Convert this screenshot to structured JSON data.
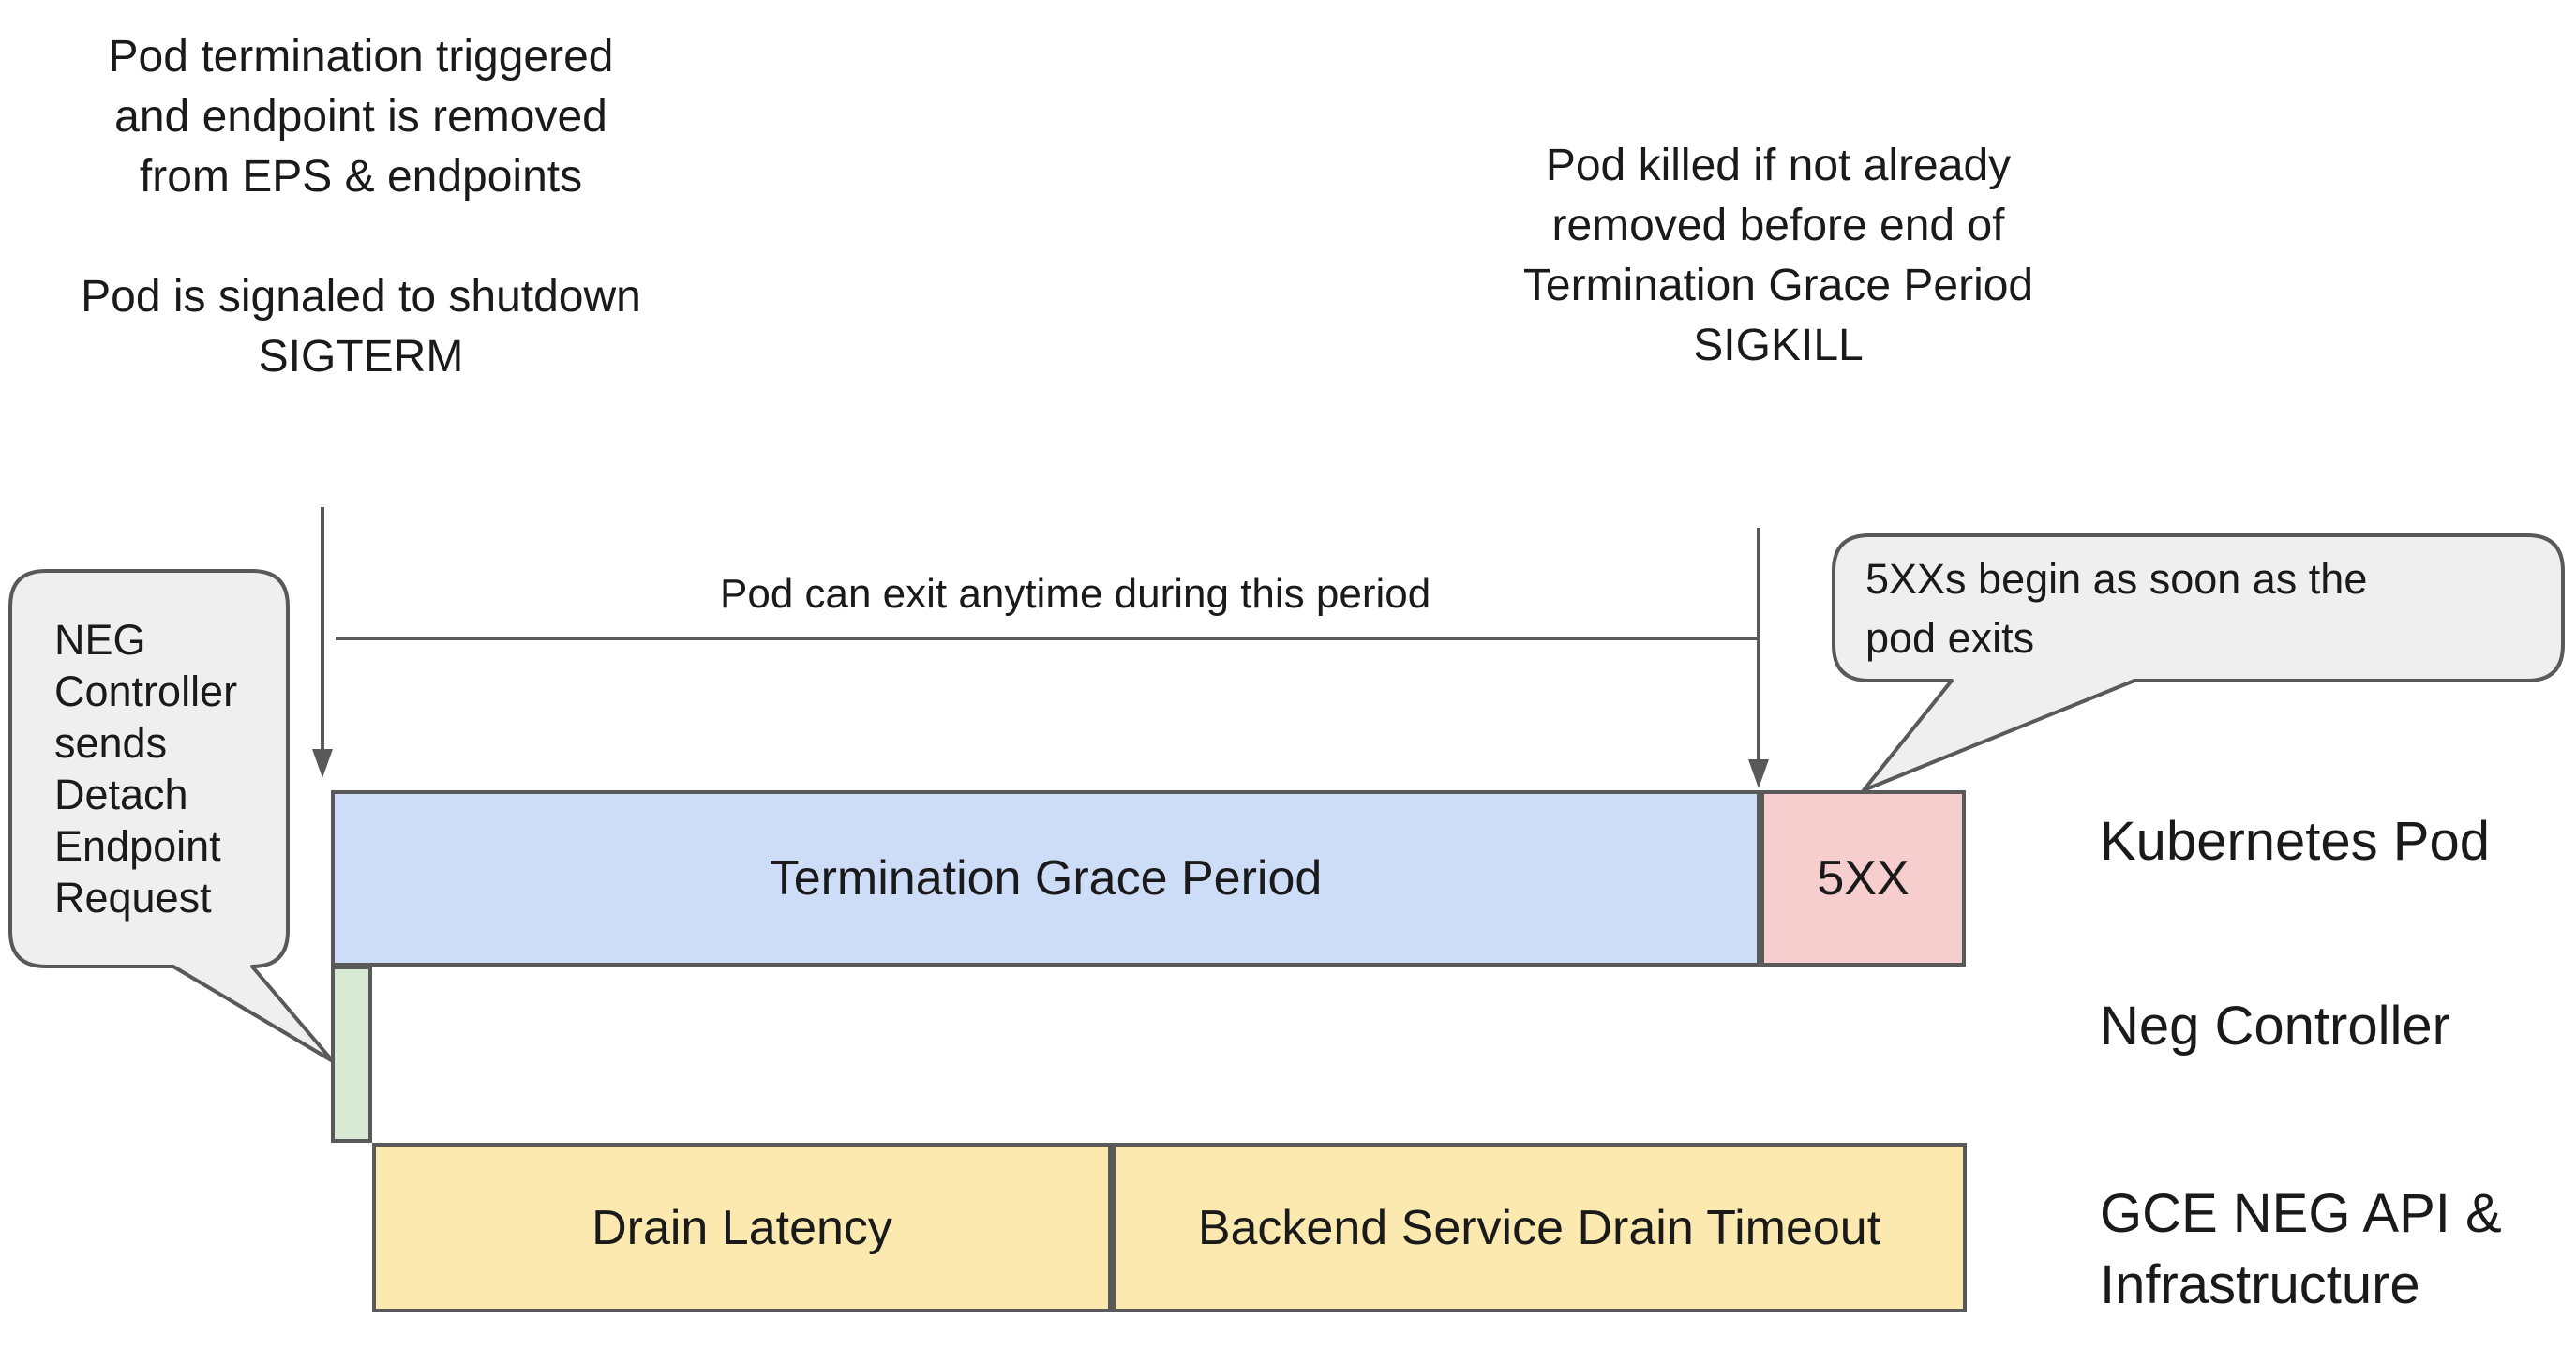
{
  "colors": {
    "bg": "#ffffff",
    "bar_blue": "#cddcf7",
    "bar_pink": "#f6cecd",
    "bar_green": "#d7e9d3",
    "bar_yellow": "#fbe9b0",
    "bubble_fill": "#efefef",
    "stroke_gray": "#595959",
    "text_black": "#1a1a1a"
  },
  "notes": {
    "pod_termination": {
      "lines": [
        "Pod termination triggered",
        "and endpoint is removed",
        "from EPS & endpoints",
        "",
        "Pod is signaled to shutdown",
        "SIGTERM"
      ]
    },
    "pod_killed": {
      "lines": [
        "Pod killed if not already",
        "removed before end of",
        "Termination Grace Period",
        "SIGKILL"
      ]
    }
  },
  "callouts": {
    "neg_controller": {
      "lines": [
        "NEG",
        "Controller",
        "sends",
        "Detach",
        "Endpoint",
        "Request"
      ]
    },
    "fivexx": {
      "lines": [
        "5XXs begin as soon as the",
        "pod exits"
      ]
    }
  },
  "timeline": {
    "period_label": "Pod can exit anytime during this period"
  },
  "bars": {
    "termination_grace_period": "Termination Grace Period",
    "five_xx": "5XX",
    "drain_latency": "Drain Latency",
    "backend_service_drain_timeout": "Backend Service Drain Timeout"
  },
  "rows": {
    "kubernetes_pod": "Kubernetes Pod",
    "neg_controller": "Neg Controller",
    "gce_neg_api_line1": "GCE NEG API &",
    "gce_neg_api_line2": "Infrastructure"
  }
}
